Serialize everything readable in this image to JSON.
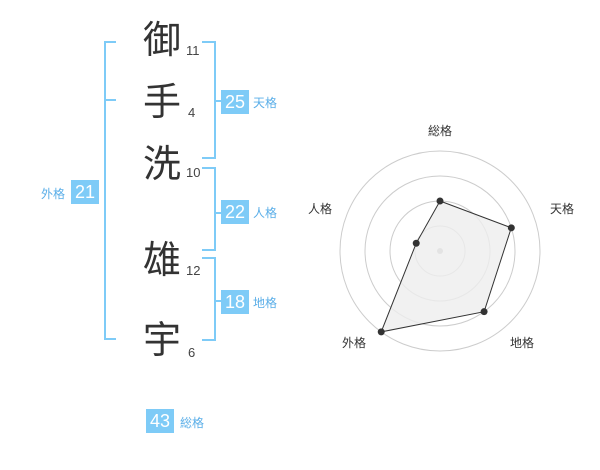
{
  "name_chars": [
    {
      "char": "御",
      "strokes": "11"
    },
    {
      "char": "手",
      "strokes": "4"
    },
    {
      "char": "洗",
      "strokes": "10"
    },
    {
      "char": "雄",
      "strokes": "12"
    },
    {
      "char": "宇",
      "strokes": "6"
    }
  ],
  "kaku": {
    "tenkaku": {
      "value": "25",
      "label": "天格"
    },
    "jinkaku": {
      "value": "22",
      "label": "人格"
    },
    "chikaku": {
      "value": "18",
      "label": "地格"
    },
    "gaikaku": {
      "value": "21",
      "label": "外格"
    },
    "soukaku": {
      "value": "43",
      "label": "総格"
    }
  },
  "radar": {
    "axes": [
      "総格",
      "天格",
      "地格",
      "外格",
      "人格"
    ],
    "levels": 4,
    "values": [
      0.5,
      0.75,
      0.75,
      1.0,
      0.25
    ],
    "colors": {
      "ring": "#cccccc",
      "fill": "#eeeeee",
      "line": "#333333",
      "center": "#bbbbbb"
    }
  },
  "colors": {
    "accent": "#7ecbf7",
    "label": "#5aaee8"
  }
}
